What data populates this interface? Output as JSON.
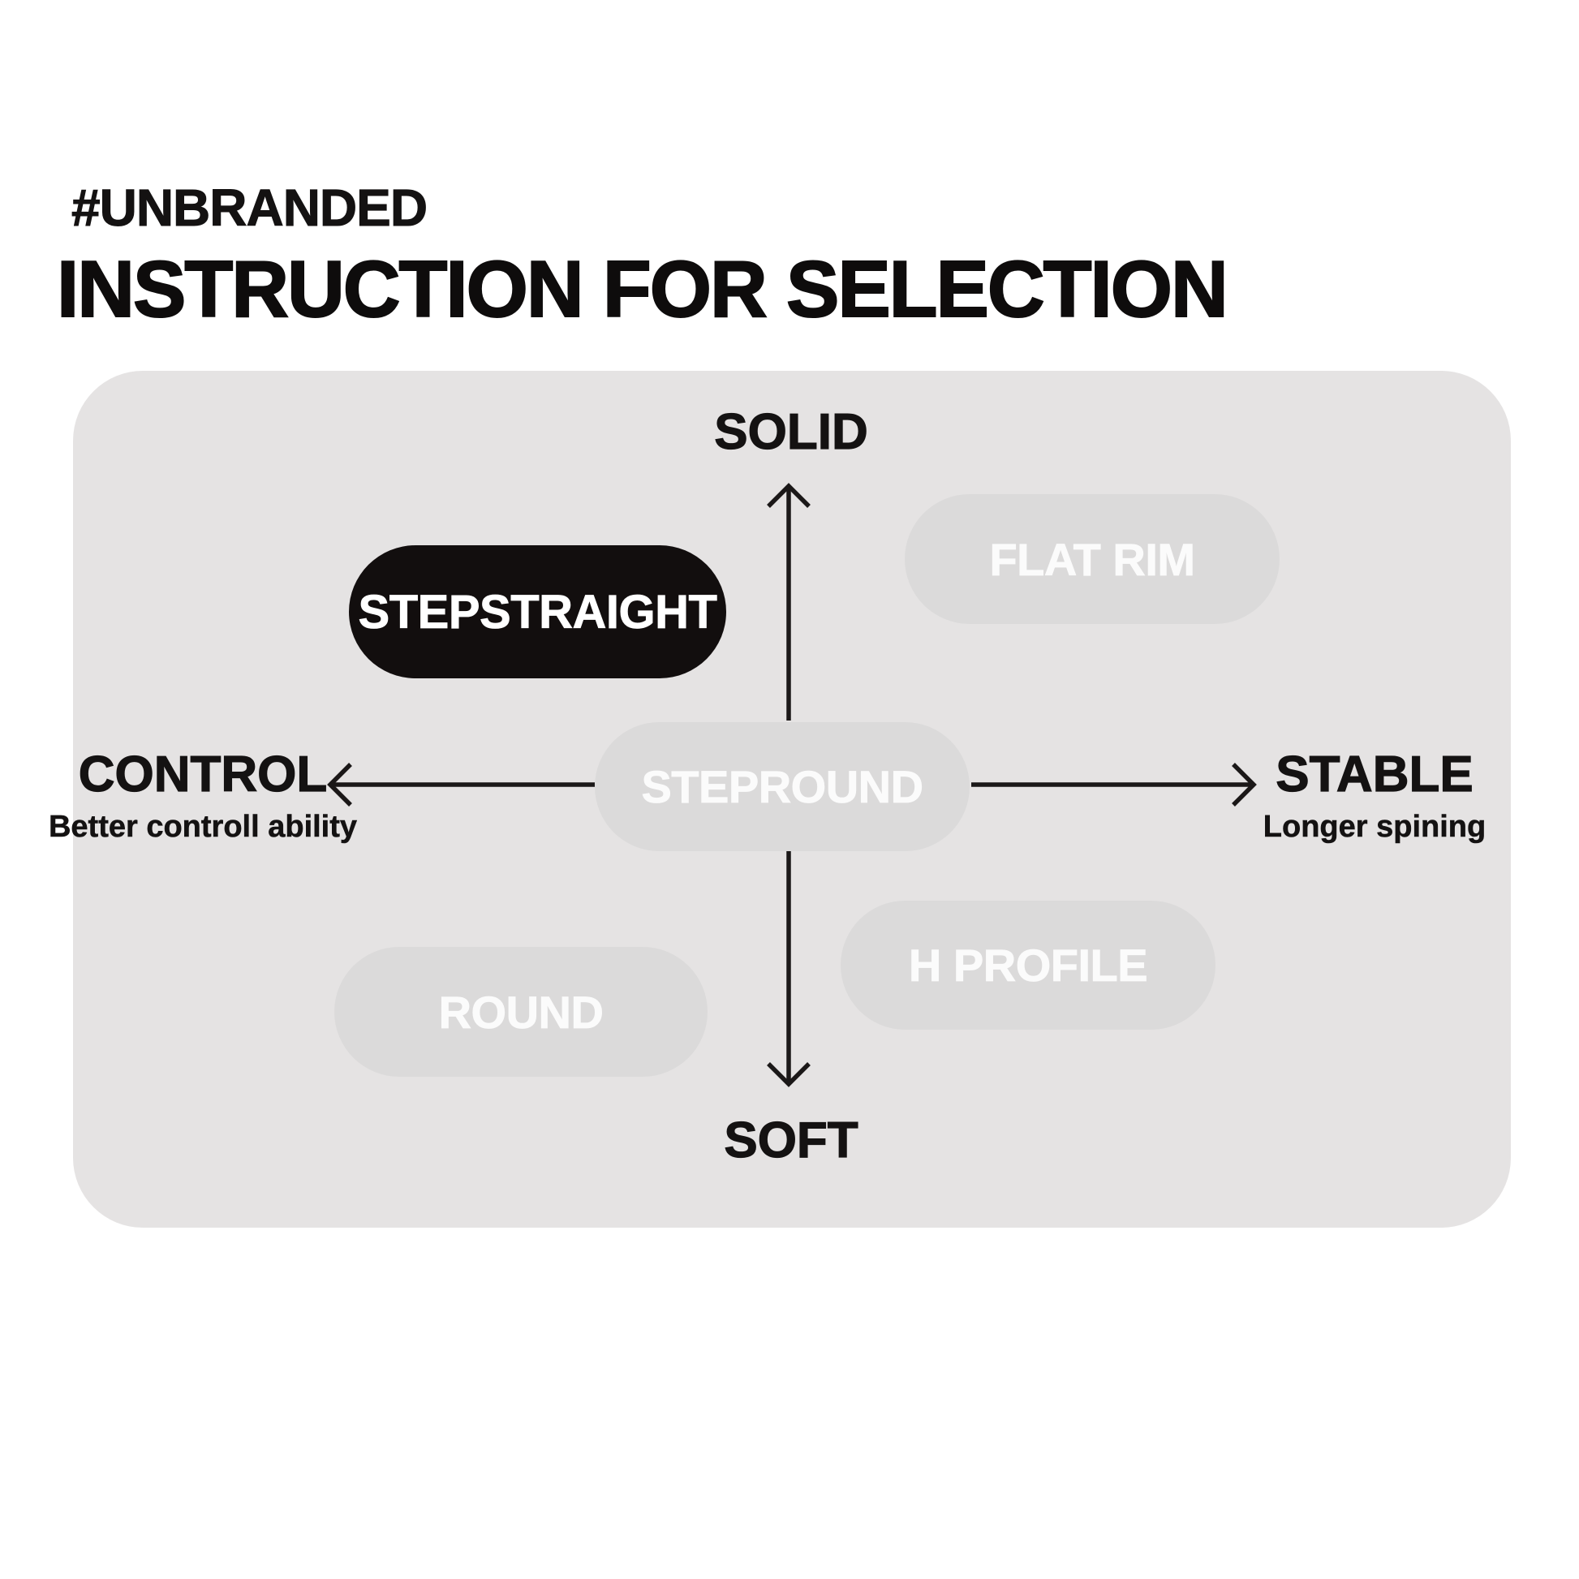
{
  "header": {
    "brand": "#UNBRANDED",
    "title": "INSTRUCTION FOR SELECTION"
  },
  "diagram": {
    "axis_top": "SOLID",
    "axis_bottom": "SOFT",
    "axis_left": {
      "label": "CONTROL",
      "description": "Better controll ability"
    },
    "axis_right": {
      "label": "STABLE",
      "description": "Longer spining"
    },
    "nodes": [
      {
        "id": "stepstraight",
        "label": "STEPSTRAIGHT",
        "highlighted": true
      },
      {
        "id": "flat-rim",
        "label": "FLAT RIM",
        "highlighted": false
      },
      {
        "id": "stepround",
        "label": "STEPROUND",
        "highlighted": false
      },
      {
        "id": "h-profile",
        "label": "H PROFILE",
        "highlighted": false
      },
      {
        "id": "round",
        "label": "ROUND",
        "highlighted": false
      }
    ],
    "colors": {
      "background": "#ffffff",
      "panel": "#e5e3e3",
      "pill": "#dbdada",
      "pill_highlight": "#120e0e",
      "pill_text": "#fbfbfb",
      "ink": "#131111"
    }
  }
}
